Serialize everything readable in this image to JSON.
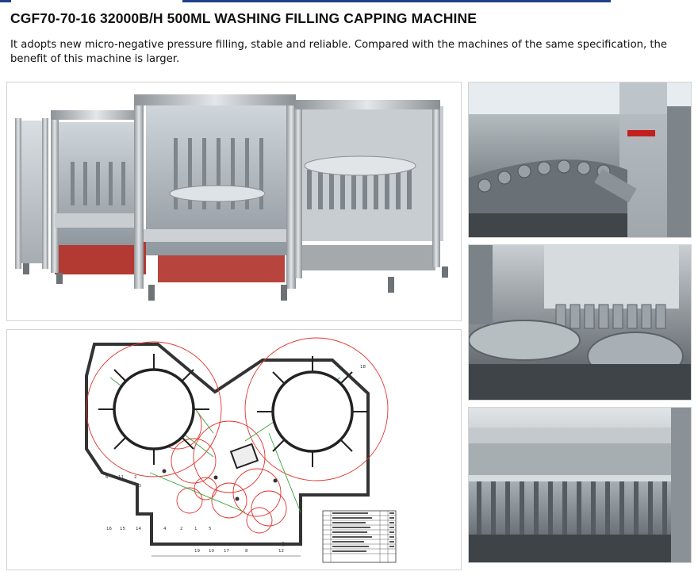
{
  "product": {
    "title": "CGF70-70-16  32000B/H 500ML WASHING FILLING CAPPING MACHINE",
    "description": " It adopts new micro-negative pressure filling, stable and reliable. Compared with the machines of the same specification, the benefit of this machine is larger."
  },
  "colors": {
    "accent_line": "#1f3f8a",
    "steel": "#b9bec2",
    "frame_red": "#b23a32",
    "drawing_red": "#e2332b",
    "drawing_green": "#3aa53a"
  },
  "gallery": {
    "images": [
      {
        "id": "machine-overview-photo"
      },
      {
        "id": "layout-drawing"
      },
      {
        "id": "interior-photo-1"
      },
      {
        "id": "interior-photo-2"
      },
      {
        "id": "interior-photo-3"
      }
    ]
  },
  "drawing": {
    "callouts": [
      "18",
      "6",
      "11",
      "2",
      "13",
      "9",
      "16",
      "15",
      "14",
      "4",
      "2",
      "1",
      "5",
      "19",
      "10",
      "17",
      "8",
      "12"
    ],
    "table_rows": 10
  }
}
